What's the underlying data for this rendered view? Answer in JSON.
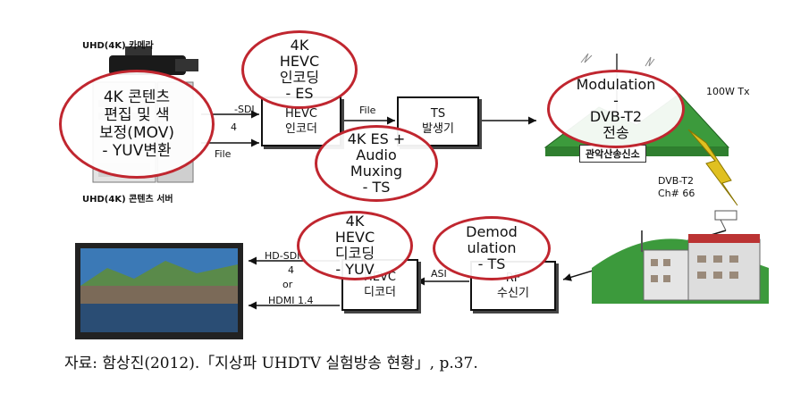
{
  "labels": {
    "camera": "UHD(4K) 카메라",
    "server": "UHD(4K) 콘텐츠 서버",
    "sdi": "-SDI",
    "four": "4",
    "file_left": "File",
    "file_mid": "File",
    "power": "100W Tx",
    "station": "관악산송신소",
    "dvb_channel_line1": "DVB-T2",
    "dvb_channel_line2": "Ch# 66",
    "hdsdi": "HD-SDI",
    "four_b": "4",
    "or": "or",
    "hdmi": "HDMI 1.4",
    "asi": "ASI"
  },
  "boxes": {
    "hevc_encoder": [
      "HEVC",
      "인코더"
    ],
    "ts_gen": [
      "TS",
      "발생기"
    ],
    "hevc_decoder": [
      "HEVC",
      "디코더"
    ],
    "rf_receiver": [
      "RF",
      "수신기"
    ]
  },
  "ovals": {
    "content_edit": [
      "4K 콘텐츠",
      "편집 및 색",
      "보정(MOV)",
      "- YUV변환"
    ],
    "hevc_encoding": [
      "4K",
      "HEVC",
      "인코딩",
      "- ES"
    ],
    "audio_mux": [
      "4K ES +",
      "Audio",
      "Muxing",
      "- TS"
    ],
    "modulation": [
      "Modulation",
      "-",
      "DVB-T2",
      "전송"
    ],
    "hevc_decoding": [
      "4K",
      "HEVC",
      "디코딩",
      "- YUV"
    ],
    "demodulation": [
      "Demod",
      "ulation",
      "- TS"
    ]
  },
  "caption": "자료: 함상진(2012).「지상파 UHDTV 실험방송 현황」, p.37.",
  "colors": {
    "oval_border": "#c0262f",
    "mountain": "#3c9a3c",
    "lightning": "#e0c020"
  }
}
